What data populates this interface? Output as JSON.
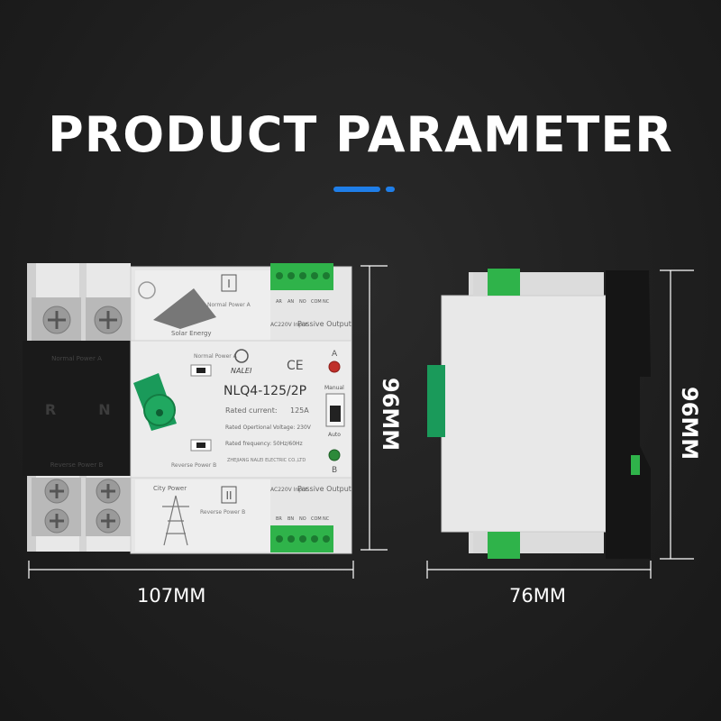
{
  "title": "PRODUCT PARAMETER",
  "colors": {
    "accent": "#1f7ee8",
    "background": "#1f1f1f",
    "terminal_green": "#2fb34a",
    "knob_green": "#1a9a5a"
  },
  "front": {
    "width_label": "107MM",
    "height_label": "96MM",
    "section_top": "Normal Power A",
    "section_top_roman": "I",
    "solar_label": "Solar Energy",
    "terminal_top_codes": [
      "AR",
      "AN",
      "NO",
      "COM",
      "NC"
    ],
    "input_label": "AC220V Input",
    "passive_label": "Passive Output",
    "panel_normal": "Normal Power A",
    "panel_reverse": "Reverse Power B",
    "brand": "NALEI",
    "ce": "CE",
    "model": "NLQ4-125/2P",
    "rated_current_label": "Rated current:",
    "rated_current_value": "125A",
    "rated_voltage": "Rated Opertional Voltage: 230V",
    "rated_frequency": "Rated frequency: 50Hz/60Hz",
    "maker": "ZHEJIANG NALEI ELECTRIC CO.,LTD",
    "indicator_a": "A",
    "indicator_b": "B",
    "manual": "Manual",
    "auto": "Auto",
    "pole_r": "R",
    "pole_n": "N",
    "city_label": "City Power",
    "section_bottom": "Reverse Power B",
    "section_bottom_roman": "II",
    "terminal_bottom_codes": [
      "BR",
      "BN",
      "NO",
      "COM",
      "NC"
    ]
  },
  "side": {
    "width_label": "76MM",
    "height_label": "96MM"
  }
}
